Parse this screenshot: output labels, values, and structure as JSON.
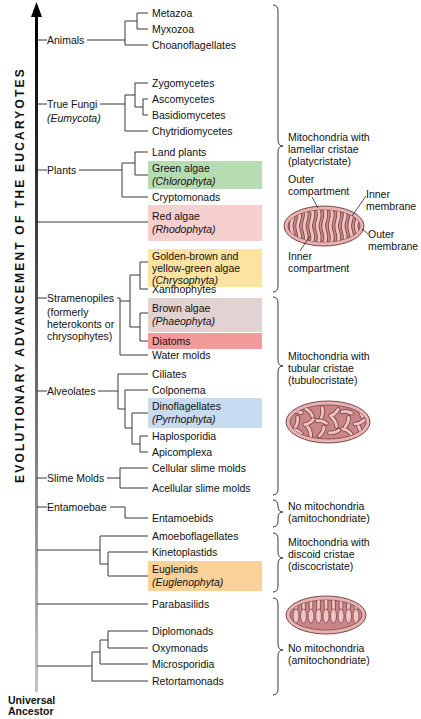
{
  "diagram": {
    "nodes": [
      {
        "text": [
          "Green algae",
          "(Chlorophyta)"
        ]
      },
      {
        "text": [
          "Red algae",
          "(Rhodophyta)"
        ]
      },
      {
        "text": [
          "Golden-brown and yellow-green algae",
          "(Chrysophyta)"
        ]
      },
      {
        "text": [
          "Brown algae",
          "(Phaeophyta)"
        ]
      },
      {
        "text": [
          "Diatoms"
        ]
      },
      {
        "text": [
          "Dinoflagellates",
          "(Pyrrhophyta)"
        ]
      },
      {
        "text": [
          "Euglenids",
          "(Euglenophyta)"
        ]
      }
    ],
    "labels": [
      "EVOLUTIONARY ADVANCEMENT OF THE EUCARYOTES",
      "Animals",
      "Metazoa",
      "Myxozoa",
      "Choanoflagellates",
      "True Fungi",
      "(Eumycota)",
      "Zygomycetes",
      "Ascomycetes",
      "Basidiomycetes",
      "Chytridiomycetes",
      "Plants",
      "Land plants",
      "Cryptomonads",
      "Stramenopiles",
      "(formerly heterokonts or chrysophytes)",
      "Xanthophytes",
      "Water molds",
      "Alveolates",
      "Ciliates",
      "Colponema",
      "Haplosporidia",
      "Apicomplexa",
      "Slime Molds",
      "Cellular slime molds",
      "Acellular slime molds",
      "Entamoebae",
      "Entamoebids",
      "Amoeboflagellates",
      "Kinetoplastids",
      "Parabasilids",
      "Diplomonads",
      "Oxymonads",
      "Microsporidia",
      "Retortamonads",
      "Universal Ancestor",
      "Mitochondria with lamellar cristae (platycristate)",
      "Outer compartment",
      "Inner membrane",
      "Outer membrane",
      "Inner compartment",
      "Mitochondria with tubular cristae (tubulocristate)",
      "No mitochondria (amitochondriate)",
      "Mitochondria with discoid cristae (discocristate)",
      "No mitochondria (amitochondriate)"
    ]
  }
}
